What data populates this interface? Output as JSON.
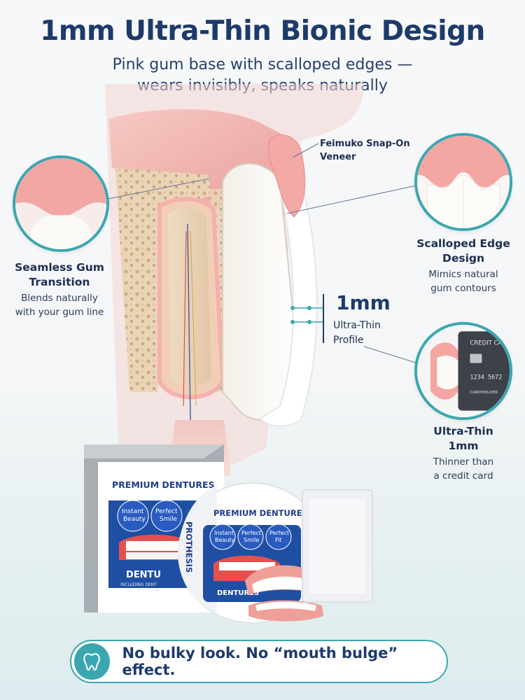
{
  "header": {
    "title": "1mm Ultra-Thin Bionic Design",
    "subtitle_line1": "Pink gum base with scalloped edges —",
    "subtitle_line2": "wears invisibly, speaks naturally"
  },
  "labels": {
    "veneer_line1": "Feimuko Snap-On",
    "veneer_line2": "Veneer",
    "thickness_value": "1mm",
    "thickness_line1": "Ultra-Thin",
    "thickness_line2": "Profile"
  },
  "callouts": {
    "gum": {
      "head1": "Seamless Gum",
      "head2": "Transition",
      "desc1": "Blends naturally",
      "desc2": "with your gum line"
    },
    "edge": {
      "head1": "Scalloped Edge",
      "head2": "Design",
      "desc1": "Mimics natural",
      "desc2": "gum contours"
    },
    "thin": {
      "head1": "Ultra-Thin",
      "head2": "1mm",
      "desc1": "Thinner than",
      "desc2": "a credit card"
    }
  },
  "card": {
    "line1": "CREDIT CAR",
    "number": "1234  5672",
    "holder": "CARDHOLDER"
  },
  "product": {
    "box_title": "PREMIUM DENTURES",
    "badge1_line1": "Instant",
    "badge1_line2": "Beauty",
    "badge2_line1": "Perfect",
    "badge2_line2": "Smile",
    "badge3_line1": "Perfect",
    "badge3_line2": "Fit",
    "box_side": "DENTU",
    "box_small1": "INCLUDING DENT",
    "box_small2": "GUTTA-PERCHA",
    "jar_title": "PREMIUM DENTURES",
    "jar_side": "PROTHESIS",
    "jar_bottom": "DENTURES"
  },
  "banner": {
    "text": "No bulky look. No “mouth bulge” effect.",
    "icon": "tooth-icon"
  },
  "colors": {
    "accent": "#3aa7b0",
    "navy": "#1d3a6b",
    "gum": "#f0a7a7"
  }
}
